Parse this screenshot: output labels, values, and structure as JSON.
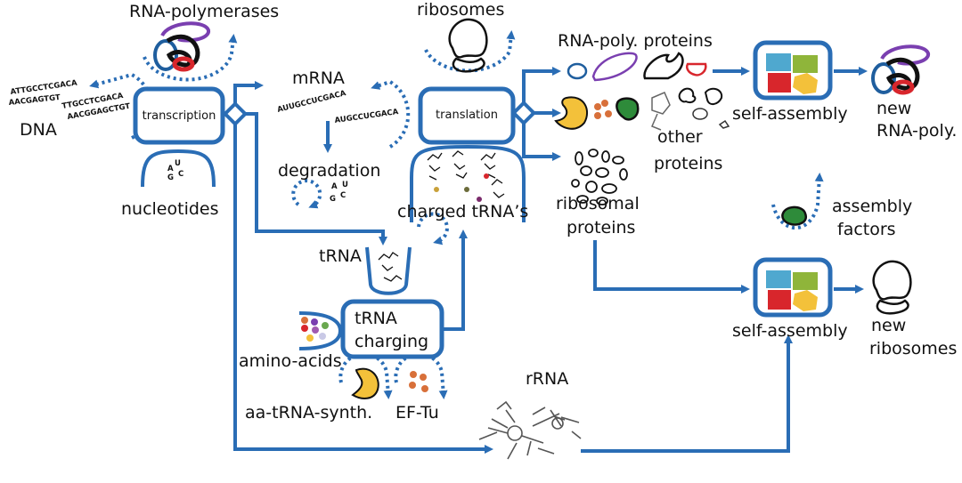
{
  "diagram": {
    "colors": {
      "flow": "#2a6db5",
      "purple": "#7a3fb0",
      "red": "#d8262c",
      "blue_dark": "#1f5e9e",
      "yellow": "#f3c13a",
      "orange": "#d8703a",
      "green": "#2e8b3a"
    },
    "labels": {
      "rna_polymerases": "RNA-polymerases",
      "dna": "DNA",
      "dna_seq_top": "ATTGCCTCGACA",
      "dna_seq_bottom": "AACGAGTGT",
      "dna_seq_right_top": "TTGCCTCGACA",
      "dna_seq_right_bottom": "AACGGAGCTGT",
      "transcription": "transcription",
      "nucleotides": "nucleotides",
      "nucleotide_letters": [
        "A",
        "U",
        "G",
        "C",
        "A",
        "U",
        "G",
        "C"
      ],
      "mrna": "mRNA",
      "mrna_seq_1": "AUUGCCUCGACA",
      "mrna_seq_2": "AUGCCUCGACA",
      "degradation": "degradation",
      "ribosomes": "ribosomes",
      "translation": "translation",
      "charged_trnas": "charged tRNA’s",
      "trna": "tRNA",
      "trna_charging_1": "tRNA",
      "trna_charging_2": "charging",
      "amino_acids": "amino-acids",
      "aa_trna_synth": "aa-tRNA-synth.",
      "ef_tu": "EF-Tu",
      "rrna": "rRNA",
      "rna_poly_proteins": "RNA-poly. proteins",
      "other_proteins_1": "other",
      "other_proteins_2": "proteins",
      "ribosomal_proteins_1": "ribosomal",
      "ribosomal_proteins_2": "proteins",
      "self_assembly_top": "self-assembly",
      "new_rna_poly_1": "new",
      "new_rna_poly_2": "RNA-poly.",
      "assembly_factors_1": "assembly",
      "assembly_factors_2": "factors",
      "self_assembly_bottom": "self-assembly",
      "new_ribosomes_1": "new",
      "new_ribosomes_2": "ribosomes"
    }
  }
}
